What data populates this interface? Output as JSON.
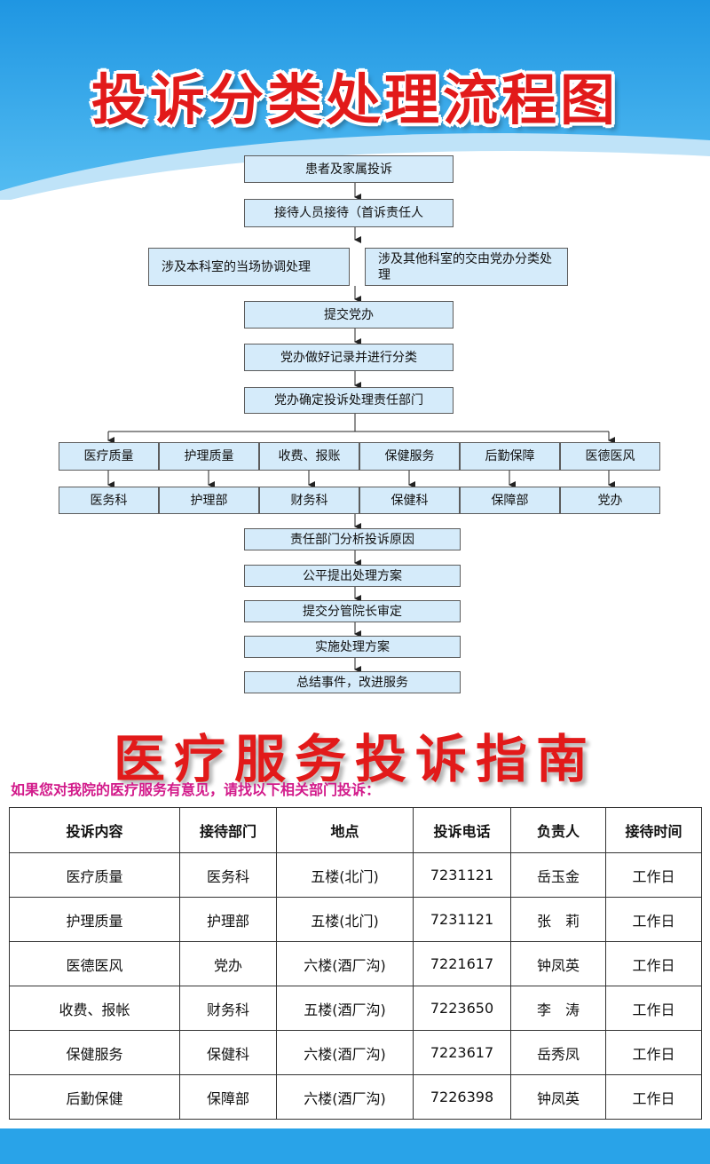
{
  "title": "投诉分类处理流程图",
  "flow": {
    "start": "患者及家属投诉",
    "reception": "接待人员接待（首诉责任人",
    "branch_local": "涉及本科室的当场协调处理",
    "branch_other": "涉及其他科室的交由党办分类处理",
    "submit": "提交党办",
    "record": "党办做好记录并进行分类",
    "assign": "党办确定投诉处理责任部门",
    "categories": [
      "医疗质量",
      "护理质量",
      "收费、报账",
      "保健服务",
      "后勤保障",
      "医德医风"
    ],
    "departments": [
      "医务科",
      "护理部",
      "财务科",
      "保健科",
      "保障部",
      "党办"
    ],
    "steps": [
      "责任部门分析投诉原因",
      "公平提出处理方案",
      "提交分管院长审定",
      "实施处理方案",
      "总结事件，改进服务"
    ]
  },
  "guide": {
    "title": "医疗服务投诉指南",
    "subtitle": "如果您对我院的医疗服务有意见，请找以下相关部门投诉：",
    "headers": [
      "投诉内容",
      "接待部门",
      "地点",
      "投诉电话",
      "负责人",
      "接待时间"
    ],
    "rows": [
      [
        "医疗质量",
        "医务科",
        "五楼(北门)",
        "7231121",
        "岳玉金",
        "工作日"
      ],
      [
        "护理质量",
        "护理部",
        "五楼(北门)",
        "7231121",
        "张　莉",
        "工作日"
      ],
      [
        "医德医风",
        "党办",
        "六楼(酒厂沟)",
        "7221617",
        "钟凤英",
        "工作日"
      ],
      [
        "收费、报帐",
        "财务科",
        "五楼(酒厂沟)",
        "7223650",
        "李　涛",
        "工作日"
      ],
      [
        "保健服务",
        "保健科",
        "六楼(酒厂沟)",
        "7223617",
        "岳秀凤",
        "工作日"
      ],
      [
        "后勤保健",
        "保障部",
        "六楼(酒厂沟)",
        "7226398",
        "钟凤英",
        "工作日"
      ]
    ]
  },
  "colors": {
    "banner": "#29a3e8",
    "title_red": "#e21a1a",
    "box_fill": "#d5ebfa",
    "subtitle": "#d21a8a"
  }
}
